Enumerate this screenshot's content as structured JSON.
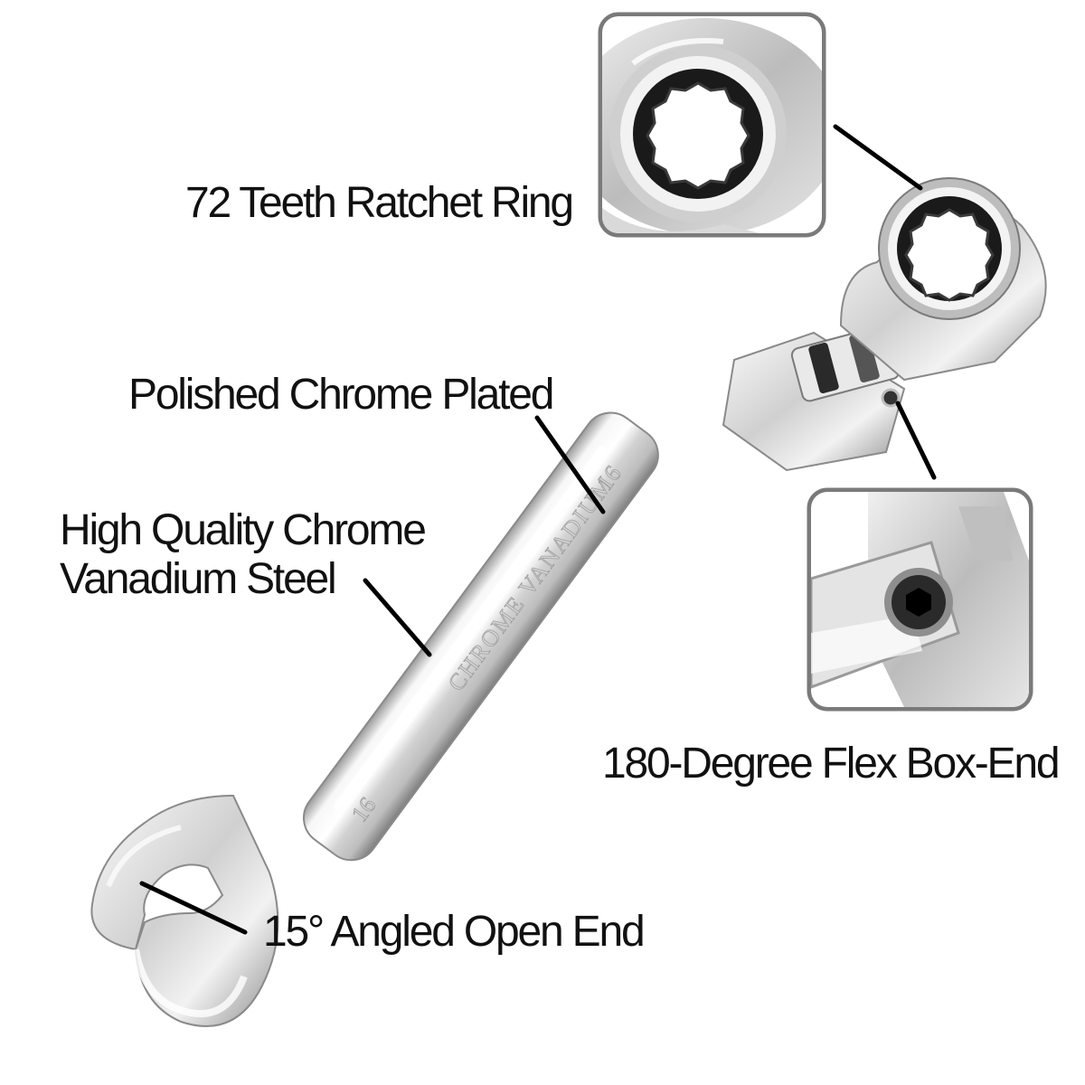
{
  "labels": {
    "ratchet_ring": "72 Teeth Ratchet Ring",
    "polished": "Polished Chrome Plated",
    "steel_line1": "High Quality Chrome",
    "steel_line2": "Vanadium Steel",
    "flex_end": "180-Degree Flex Box-End",
    "open_end": "15° Angled Open End"
  },
  "engravings": {
    "size_top": "16",
    "size_bottom": "16",
    "material": "CHROME VANADIUM"
  },
  "colors": {
    "chrome_light": "#f4f4f4",
    "chrome_mid": "#cfcfcf",
    "chrome_dark": "#8a8a8a",
    "ratchet_black": "#1a1a1a",
    "inset_frame": "#7a7a7a",
    "leader": "#000000"
  },
  "icons": {
    "ratchet_closeup": "ratchet-ring-closeup",
    "pivot_closeup": "pivot-bolt-closeup"
  }
}
